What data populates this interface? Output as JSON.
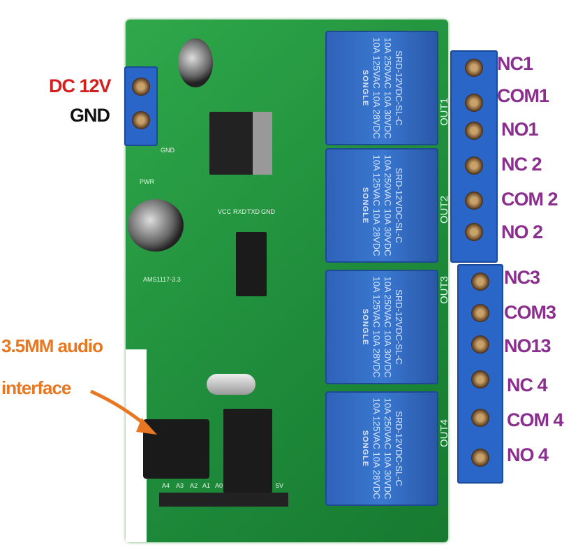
{
  "power_labels": {
    "dc": "DC 12V",
    "gnd": "GND",
    "dc_color": "#d41f1f",
    "gnd_color": "#111111"
  },
  "terminal_labels": [
    "NC1",
    "COM1",
    "NO1",
    "NC 2",
    "COM 2",
    "NO 2",
    "NC3",
    "COM3",
    "NO13",
    "NC 4",
    "COM 4",
    "NO 4"
  ],
  "terminal_label_color": "#8b2f8e",
  "audio_label": {
    "line1": "3.5MM audio",
    "line2": "interface",
    "color": "#e87722"
  },
  "relay": {
    "model": "SRD-12VDC-SL-C",
    "ratings": "10A 250VAC  10A 30VDC",
    "ratings2": "10A 125VAC  10A 28VDC",
    "brand": "SONGLE"
  },
  "silkscreen": {
    "outputs": [
      "OUT1",
      "OUT2",
      "OUT3",
      "OUT4"
    ],
    "pwr": "PWR",
    "gnd": "GND",
    "regulator": "AMS1117-3.3",
    "serial": [
      "VCC",
      "RXD",
      "TXD",
      "GND"
    ],
    "address": [
      "A4",
      "A3",
      "A2",
      "A1",
      "A0"
    ],
    "v5": "5V"
  }
}
